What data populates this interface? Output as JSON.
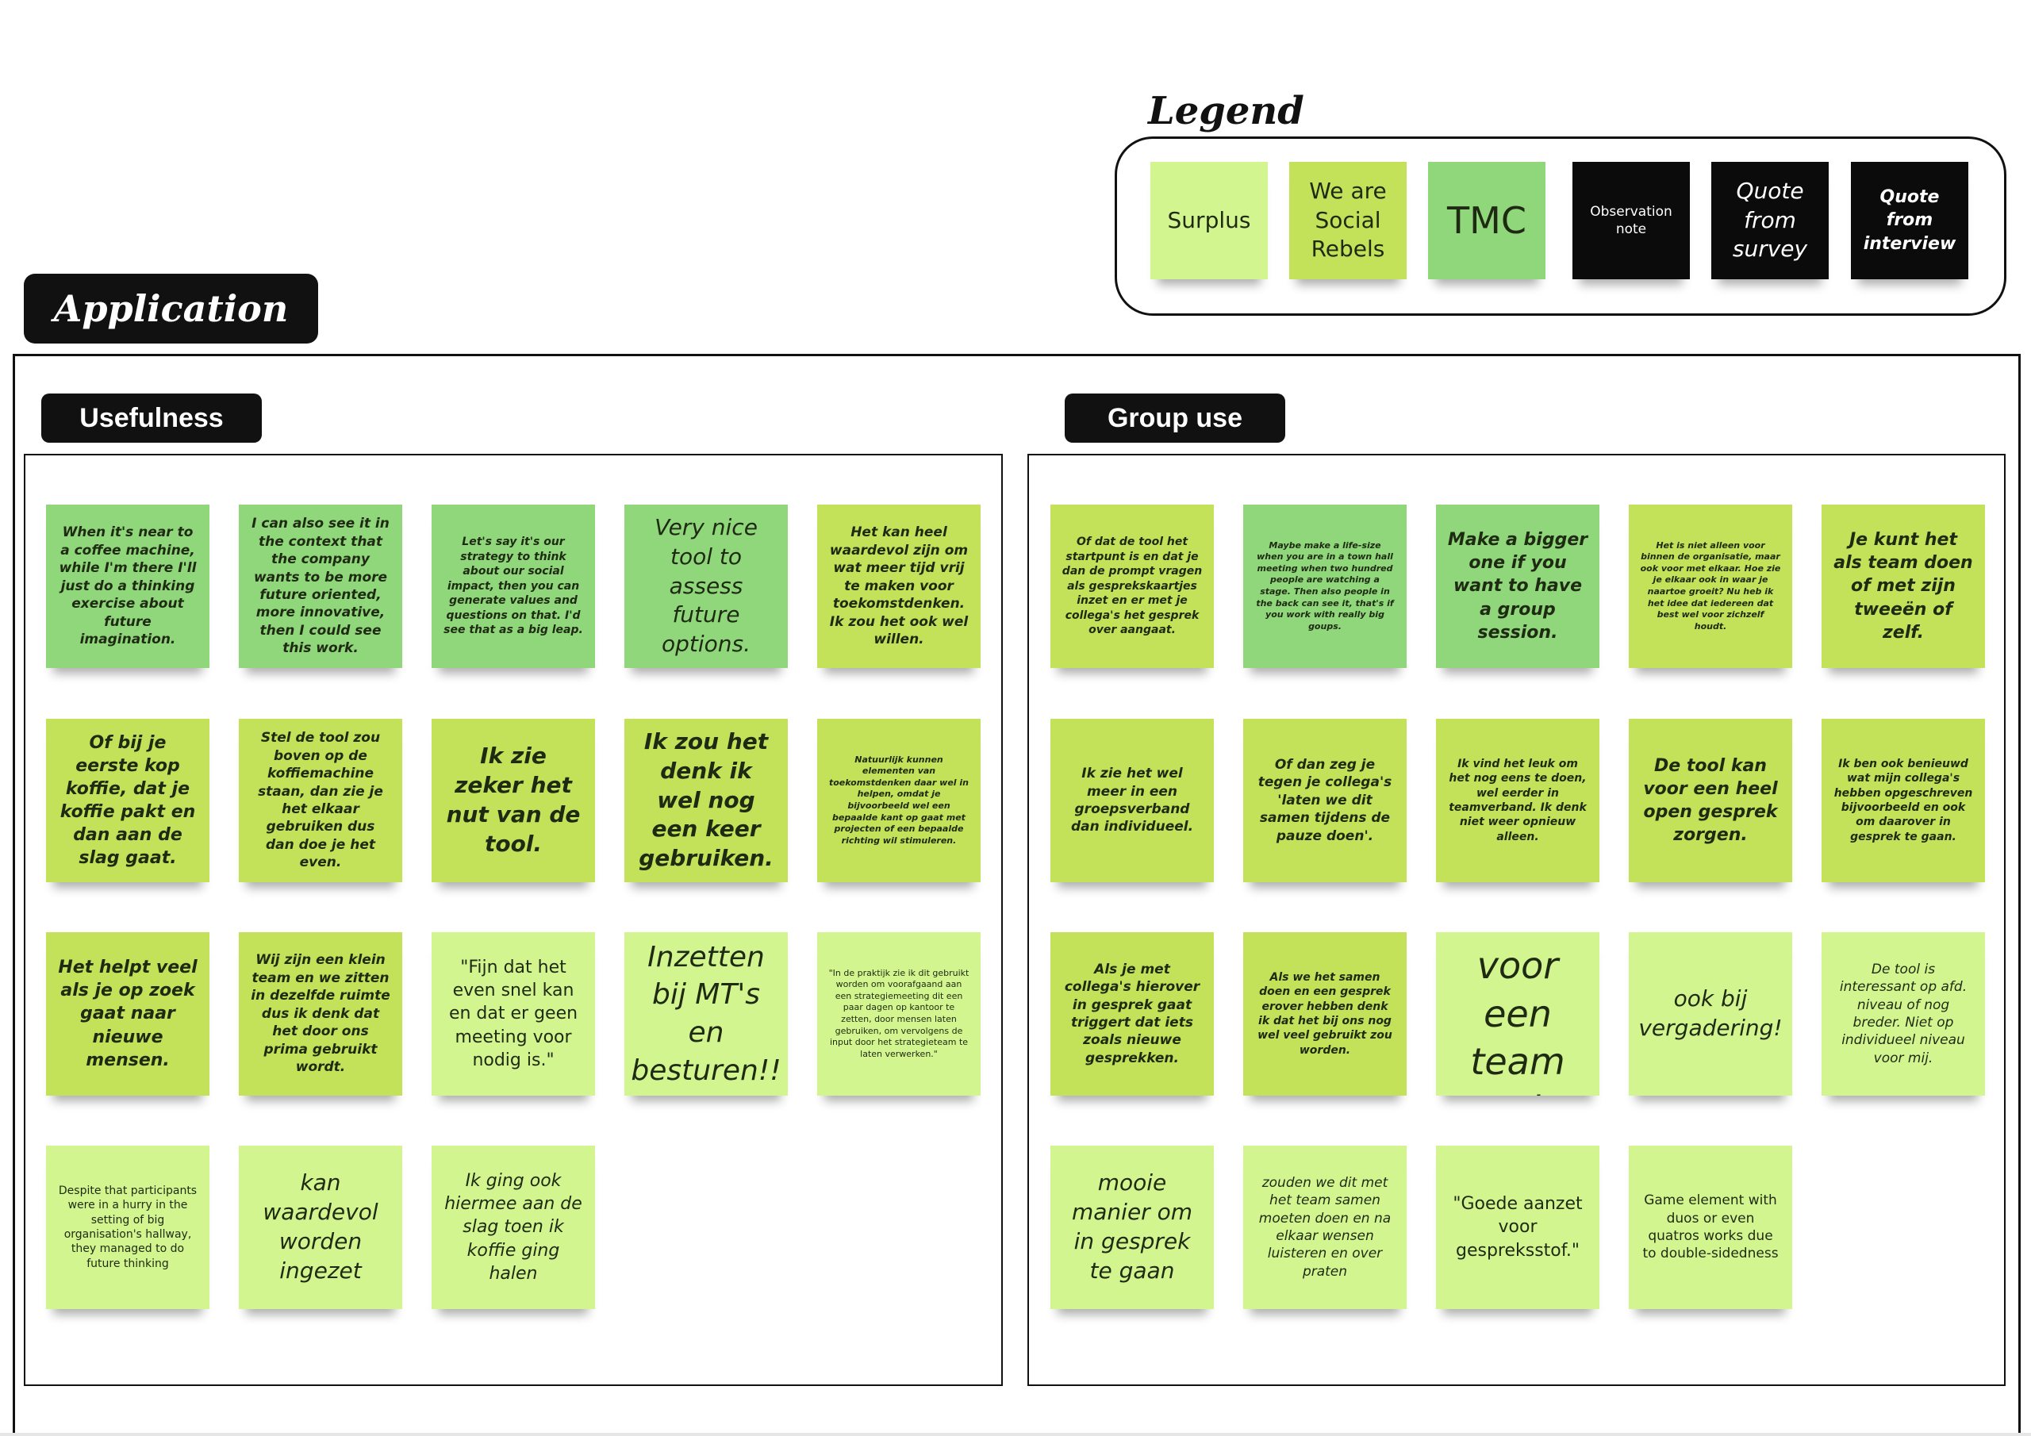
{
  "colors": {
    "surplus": "#d3f58f",
    "social_rebels": "#c4e15a",
    "tmc": "#8fd77a",
    "black": "#0b0b0b"
  },
  "legend": {
    "title": "Legend",
    "items": [
      {
        "text": "Surplus",
        "color": "#d3f58f",
        "style": "n",
        "size": "f-xl"
      },
      {
        "text": "We are Social Rebels",
        "color": "#c4e15a",
        "style": "n",
        "size": "f-xl"
      },
      {
        "text": "TMC",
        "color": "#8fd77a",
        "style": "n",
        "size": "f-huge"
      },
      {
        "text": "Observation note",
        "color": "#0b0b0b",
        "style": "n",
        "size": "f-m",
        "dark": true
      },
      {
        "text": "Quote from survey",
        "color": "#0b0b0b",
        "style": "i",
        "size": "f-xl",
        "dark": true
      },
      {
        "text": "Quote from interview",
        "color": "#0b0b0b",
        "style": "bi",
        "size": "f-l",
        "dark": true
      }
    ]
  },
  "application": {
    "title": "Application"
  },
  "usefulness": {
    "title": "Usefulness",
    "notes": [
      {
        "text": "When it's near to a coffee machine, while I'm there I'll just do a thinking exercise about future imagination.",
        "color": "#8fd77a",
        "style": "bi",
        "size": "f-m"
      },
      {
        "text": "I can also see it in the context that the company wants to be more future oriented, more innovative, then I could see this work.",
        "color": "#8fd77a",
        "style": "bi",
        "size": "f-m"
      },
      {
        "text": "Let's say it's our strategy to think about our social impact, then you can generate values and questions on that. I'd see that as a big leap.",
        "color": "#8fd77a",
        "style": "bi",
        "size": "f-s"
      },
      {
        "text": "Very nice tool to assess future options.",
        "color": "#8fd77a",
        "style": "i",
        "size": "f-xl"
      },
      {
        "text": "Het kan heel waardevol zijn om wat meer tijd vrij te maken voor toekomstdenken. Ik zou het ook wel willen.",
        "color": "#c4e15a",
        "style": "bi",
        "size": "f-m"
      },
      {
        "text": "Of  bij je eerste kop koffie, dat je koffie pakt en dan aan de slag gaat.",
        "color": "#c4e15a",
        "style": "bi",
        "size": "f-l"
      },
      {
        "text": "Stel de tool zou boven op de koffiemachine staan, dan zie je het elkaar gebruiken dus dan doe je het even.",
        "color": "#c4e15a",
        "style": "bi",
        "size": "f-m"
      },
      {
        "text": "Ik zie zeker het nut van de tool.",
        "color": "#c4e15a",
        "style": "bi",
        "size": "f-xl"
      },
      {
        "text": "Ik zou het denk ik wel nog een keer gebruiken.",
        "color": "#c4e15a",
        "style": "bi",
        "size": "f-xl"
      },
      {
        "text": "Natuurlijk kunnen elementen van toekomstdenken daar wel in helpen, omdat je bijvoorbeeld wel een bepaalde kant op gaat met projecten of een bepaalde richting wil stimuleren.",
        "color": "#c4e15a",
        "style": "bi",
        "size": "f-xs"
      },
      {
        "text": "Het helpt veel als je op zoek gaat naar nieuwe mensen.",
        "color": "#c4e15a",
        "style": "bi",
        "size": "f-l"
      },
      {
        "text": "Wij zijn een klein team en we zitten in dezelfde ruimte dus ik denk dat het door ons prima gebruikt wordt.",
        "color": "#c4e15a",
        "style": "bi",
        "size": "f-m"
      },
      {
        "text": "\"Fijn dat het even snel kan en dat er geen meeting voor nodig is.\"",
        "color": "#d3f58f",
        "style": "n",
        "size": "f-l"
      },
      {
        "text": "Inzetten bij MT's en besturen!!",
        "color": "#d3f58f",
        "style": "i",
        "size": "f-xxl"
      },
      {
        "text": "\"In de praktijk zie ik dit gebruikt worden om voorafgaand aan een strategiemeeting dit een paar dagen op kantoor te zetten, door mensen laten gebruiken, om vervolgens de input door het strategieteam te laten verwerken.\"",
        "color": "#d3f58f",
        "style": "n",
        "size": "f-xs"
      },
      {
        "text": "Despite that participants were in a hurry in the setting of big organisation's hallway, they managed to do future thinking",
        "color": "#d3f58f",
        "style": "n",
        "size": "f-s"
      },
      {
        "text": "kan waardevol worden ingezet",
        "color": "#d3f58f",
        "style": "i",
        "size": "f-xl"
      },
      {
        "text": "Ik ging ook hiermee aan de slag toen ik koffie ging halen",
        "color": "#d3f58f",
        "style": "i",
        "size": "f-l"
      }
    ]
  },
  "group_use": {
    "title": "Group use",
    "notes": [
      {
        "text": "Of dat de tool het startpunt is en dat je dan de prompt vragen als gesprekskaartjes inzet en er met je collega's het gesprek over aangaat.",
        "color": "#c4e15a",
        "style": "bi",
        "size": "f-s"
      },
      {
        "text": "Maybe make a life-size when you are in a town hall meeting when two hundred people are watching a stage. Then also people in the back can see it, that's if you work with really big goups.",
        "color": "#8fd77a",
        "style": "bi",
        "size": "f-xs"
      },
      {
        "text": "Make a bigger one if you want to have a group session.",
        "color": "#8fd77a",
        "style": "bi",
        "size": "f-l"
      },
      {
        "text": "Het is niet alleen voor binnen de organisatie, maar ook voor met elkaar. Hoe zie je elkaar ook in waar je naartoe groeit? Nu heb ik het idee dat iedereen dat best wel voor zichzelf houdt.",
        "color": "#c4e15a",
        "style": "bi",
        "size": "f-xs"
      },
      {
        "text": "Je kunt het als team doen of met zijn tweeën of zelf.",
        "color": "#c4e15a",
        "style": "bi",
        "size": "f-l"
      },
      {
        "text": "Ik zie het wel meer in een groepsverband dan individueel.",
        "color": "#c4e15a",
        "style": "bi",
        "size": "f-m"
      },
      {
        "text": "Of dan zeg je tegen je collega's 'laten we dit samen tijdens de pauze doen'.",
        "color": "#c4e15a",
        "style": "bi",
        "size": "f-m"
      },
      {
        "text": "Ik vind het leuk om het nog eens te doen, wel eerder in teamverband. Ik denk niet weer opnieuw alleen.",
        "color": "#c4e15a",
        "style": "bi",
        "size": "f-s"
      },
      {
        "text": "De tool kan voor een heel open gesprek zorgen.",
        "color": "#c4e15a",
        "style": "bi",
        "size": "f-l"
      },
      {
        "text": "Ik ben ook benieuwd wat mijn collega's hebben opgeschreven bijvoorbeeld en ook om daarover in gesprek te gaan.",
        "color": "#c4e15a",
        "style": "bi",
        "size": "f-s"
      },
      {
        "text": "Als je met collega's hierover in gesprek gaat triggert dat iets zoals nieuwe gesprekken.",
        "color": "#c4e15a",
        "style": "bi",
        "size": "f-m"
      },
      {
        "text": "Als we het samen doen en een gesprek erover hebben denk ik dat het bij ons nog wel veel gebruikt zou worden.",
        "color": "#c4e15a",
        "style": "bi",
        "size": "f-s"
      },
      {
        "text": "leuk voor een team overleg",
        "color": "#d3f58f",
        "style": "i",
        "size": "f-huge"
      },
      {
        "text": "ook bij vergadering!",
        "color": "#d3f58f",
        "style": "i",
        "size": "f-xl"
      },
      {
        "text": "De tool is interessant op afd. niveau of nog breder. Niet op individueel niveau voor mij.",
        "color": "#d3f58f",
        "style": "i",
        "size": "f-m"
      },
      {
        "text": "mooie manier om in gesprek te gaan",
        "color": "#d3f58f",
        "style": "i",
        "size": "f-xl"
      },
      {
        "text": "zouden we dit met het team samen moeten doen en na elkaar wensen luisteren en over praten",
        "color": "#d3f58f",
        "style": "i",
        "size": "f-m"
      },
      {
        "text": "\"Goede aanzet voor gespreksstof.\"",
        "color": "#d3f58f",
        "style": "n",
        "size": "f-l"
      },
      {
        "text": "Game element with duos or even quatros works due to double-sidedness",
        "color": "#d3f58f",
        "style": "n",
        "size": "f-m"
      }
    ]
  }
}
